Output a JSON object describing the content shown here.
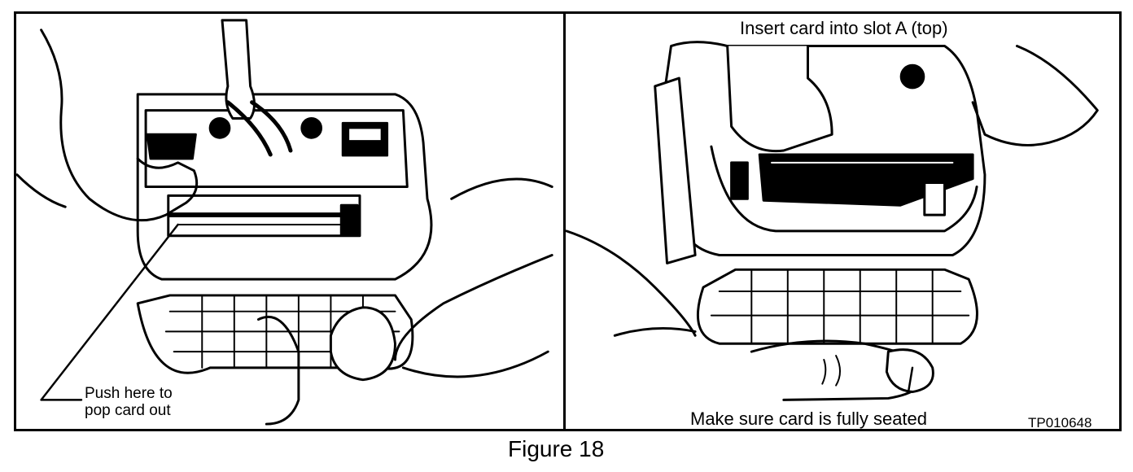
{
  "figure": {
    "caption": "Figure 18",
    "left_panel": {
      "callout": [
        "Push here to",
        "pop card out"
      ]
    },
    "right_panel": {
      "top_label": "Insert card into slot A (top)",
      "bottom_label": "Make sure card is fully seated",
      "part_number": "TP010648"
    }
  },
  "colors": {
    "ink": "#000000",
    "paper": "#ffffff"
  }
}
